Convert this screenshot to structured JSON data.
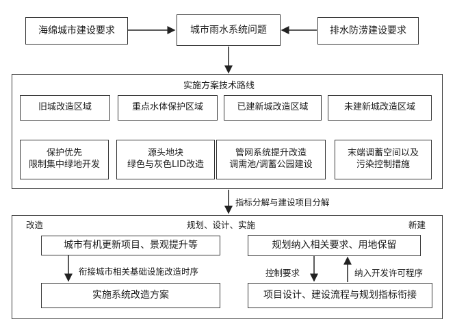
{
  "top": {
    "sponge_requirements": "海绵城市建设要求",
    "rainwater_problems": "城市雨水系统问题",
    "drainage_requirements": "排水防涝建设要求"
  },
  "route": {
    "title": "实施方案技术路线",
    "zones": [
      "旧城改造区域",
      "重点水体保护区域",
      "已建新城改造区域",
      "未建新城改造区域"
    ],
    "measures": [
      [
        "保护优先",
        "限制集中绿地开发"
      ],
      [
        "源头地块",
        "绿色与灰色LID改造"
      ],
      [
        "管网系统提升改造",
        "调需池/调蓄公园建设"
      ],
      [
        "末端调蓄空间以及",
        "污染控制措施"
      ]
    ]
  },
  "decompose_label": "指标分解与建设项目分解",
  "bottom": {
    "left_heading": "改造",
    "center_heading": "规划、设计、实施",
    "right_heading": "新建",
    "renewal_projects": "城市有机更新项目、景观提升等",
    "link_infrastructure": "衔接城市相关基础设施改造时序",
    "implement_plan": "实施系统改造方案",
    "planning_requirements": "规划纳入相关要求、用地保留",
    "control_requirements": "控制要求",
    "permit_procedure": "纳入开发许可程序",
    "project_design": "项目设计、建设流程与规划指标衔接"
  }
}
